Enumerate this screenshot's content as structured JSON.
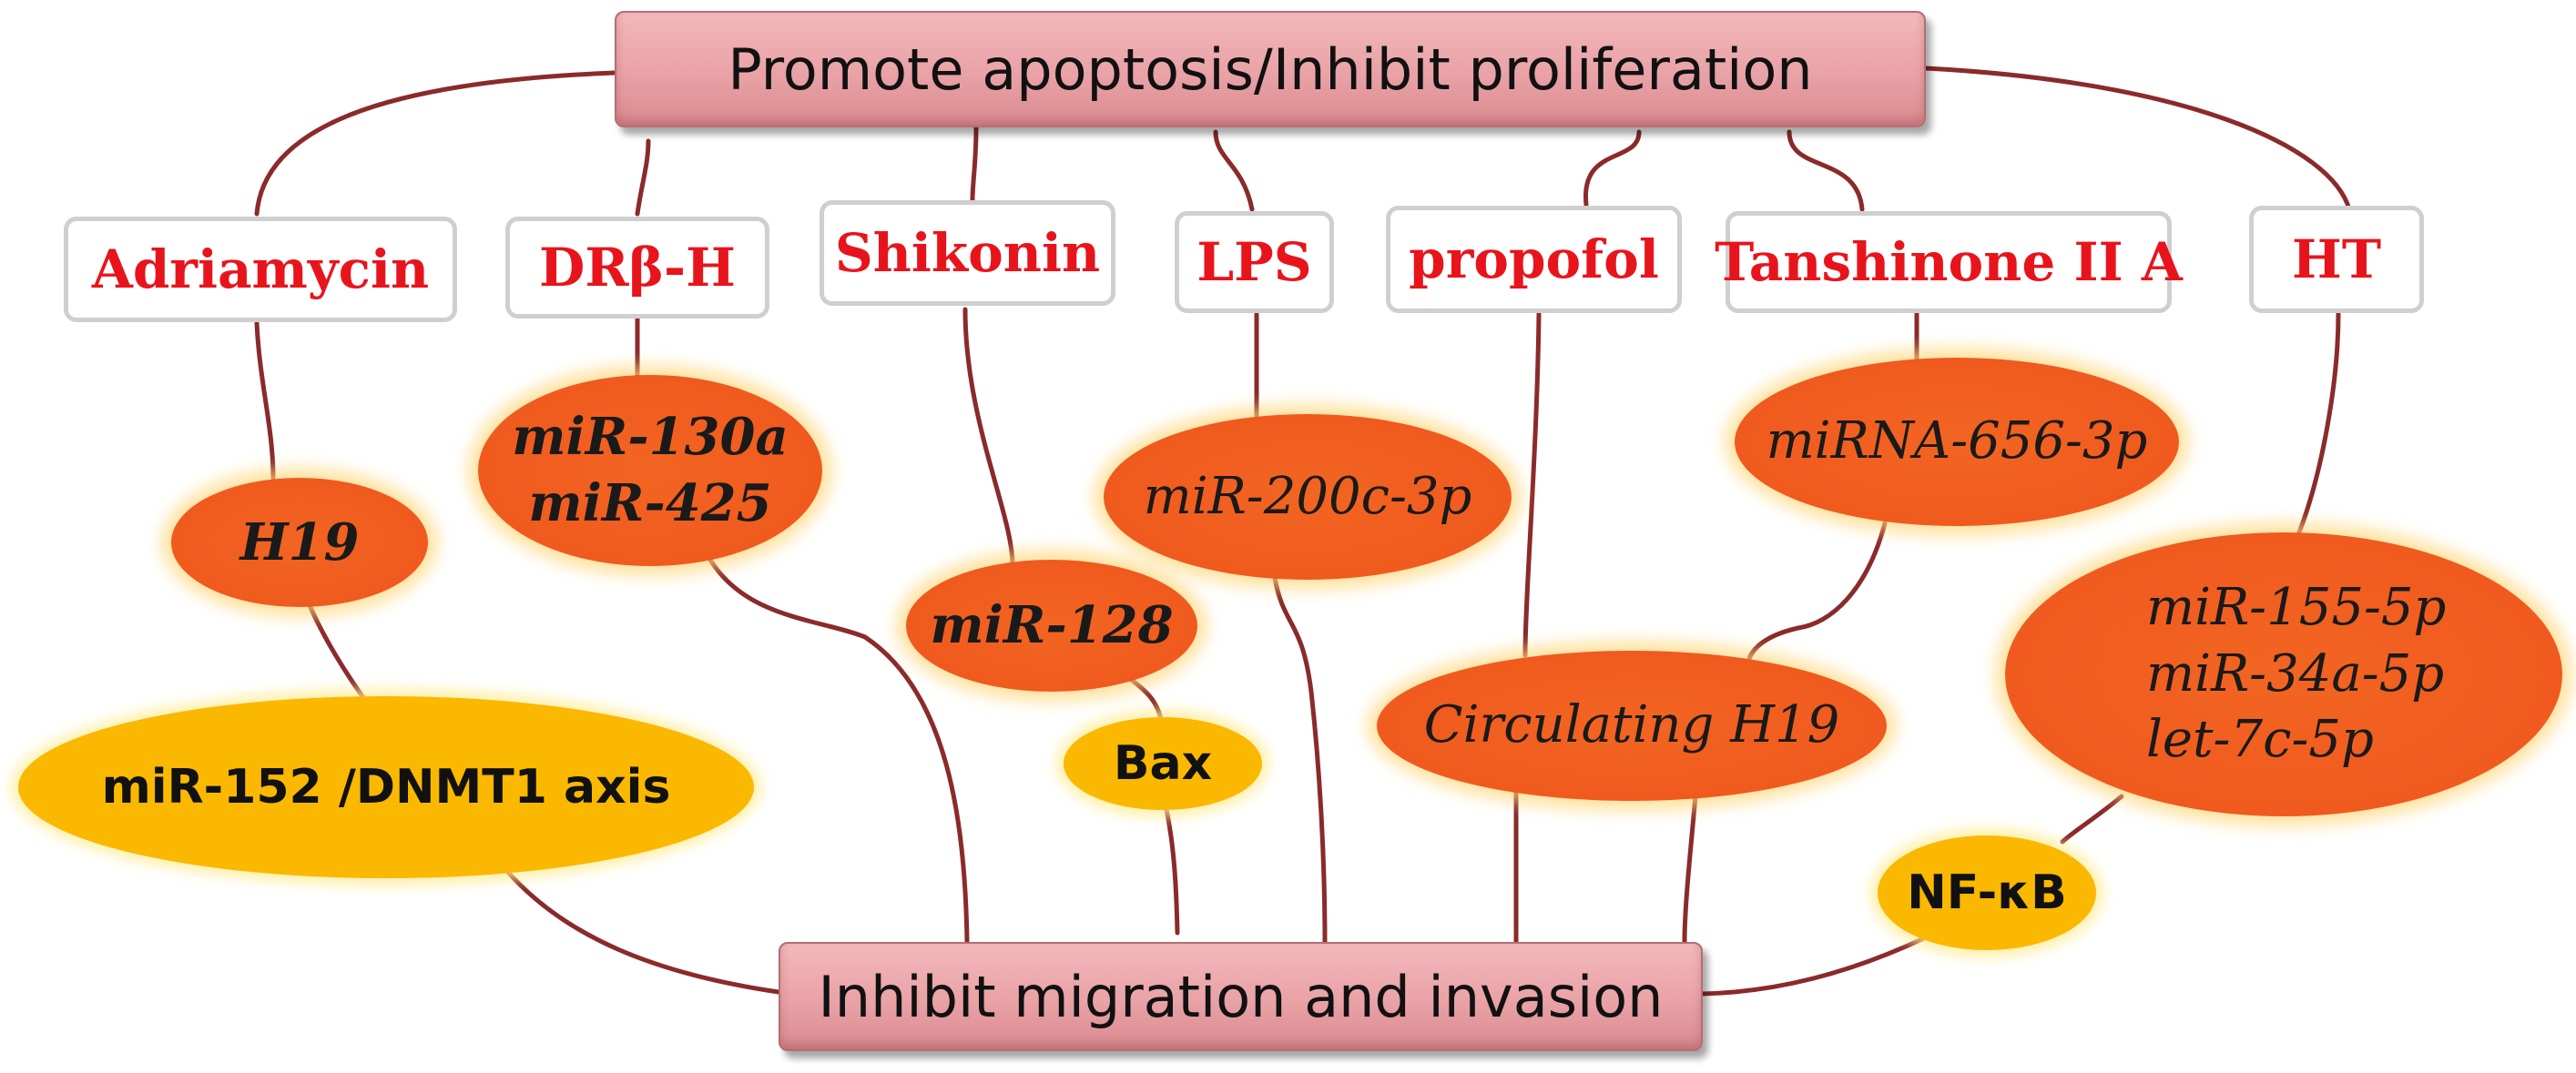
{
  "top_bar": {
    "label": "Promote apoptosis/Inhibit proliferation"
  },
  "bottom_bar": {
    "label": "Inhibit migration and invasion"
  },
  "drugs": {
    "adriamycin": "Adriamycin",
    "drb_h": "DRβ-H",
    "shikonin": "Shikonin",
    "lps": "LPS",
    "propofol": "propofol",
    "tanshinone": "Tanshinone II A",
    "ht": "HT"
  },
  "mirnas": {
    "h19": "H19",
    "mir130a": "miR-130a",
    "mir425": "miR-425",
    "mir128": "miR-128",
    "mir200c": "miR-200c-3p",
    "circulating_h19": "Circulating H19",
    "mirna656": "miRNA-656-3p",
    "mir155": "miR-155-5p",
    "mir34a": "miR-34a-5p",
    "let7c": "let-7c-5p"
  },
  "targets": {
    "mir152_axis": "miR-152 /DNMT1 axis",
    "bax": "Bax",
    "nfkb": "NF-κB"
  },
  "colors": {
    "line": "#8b2a2a",
    "drug_text": "#e8141c",
    "mirna_fill": "#f05a1e",
    "target_fill": "#fbb800",
    "bar_fill": "#eaa4a8"
  }
}
